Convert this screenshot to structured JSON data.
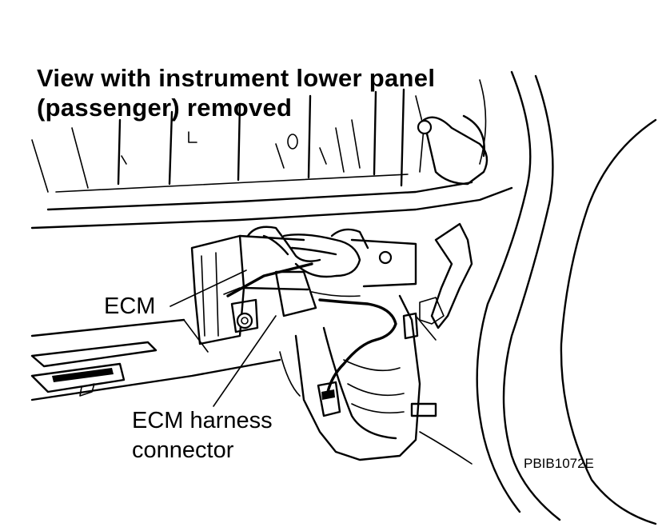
{
  "view_caption": {
    "line1": "View with instrument lower panel",
    "line2": "(passenger) removed"
  },
  "callouts": {
    "ecm": "ECM",
    "harness_line1": "ECM harness",
    "harness_line2": "connector"
  },
  "figure_code": "PBIB1072E"
}
